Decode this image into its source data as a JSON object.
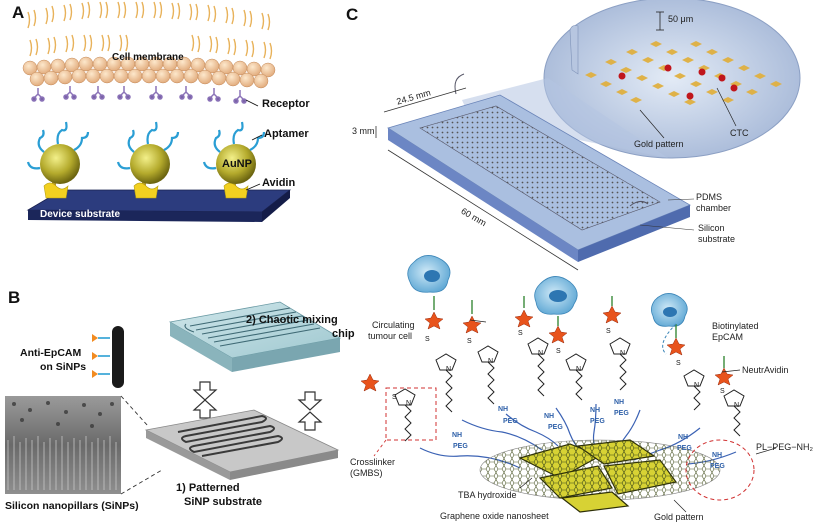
{
  "panels": {
    "A": {
      "letter": "A",
      "labels": {
        "cell_membrane": "Cell membrane",
        "receptor": "Receptor",
        "aptamer": "Aptamer",
        "aunp": "AuNP",
        "avidin": "Avidin",
        "device_substrate": "Device substrate"
      }
    },
    "B": {
      "letter": "B",
      "labels": {
        "anti_epcam_line1": "Anti-EpCAM",
        "anti_epcam_line2": "on SiNPs",
        "chaotic_mixing": "2) Chaotic mixing",
        "chip": "chip",
        "silicon_nanopillars": "Silicon nanopillars (SiNPs)",
        "patterned_line1": "1) Patterned",
        "patterned_line2": "SiNP substrate"
      }
    },
    "C": {
      "letter": "C",
      "labels": {
        "dim_50um": "50 μm",
        "dim_24_5mm": "24.5 mm",
        "dim_3mm": "3 mm",
        "dim_60mm": "60 mm",
        "ctc": "CTC",
        "gold_pattern_top": "Gold pattern",
        "pdms_line1": "PDMS",
        "pdms_line2": "chamber",
        "silicon_line1": "Silicon",
        "silicon_line2": "substrate",
        "circulating_line1": "Circulating",
        "circulating_line2": "tumour cell",
        "biotinylated_line1": "Biotinylated",
        "biotinylated_line2": "EpCAM",
        "neutravidin": "NeutrAvidin",
        "crosslinker_line1": "Crosslinker",
        "crosslinker_line2": "(GMBS)",
        "pl_peg": "PL−PEG−NH₂",
        "tba_hydroxide": "TBA hydroxide",
        "graphene_oxide": "Graphene oxide nanosheet",
        "gold_pattern_bottom": "Gold pattern",
        "peg": "PEG",
        "nh": "NH",
        "s": "S",
        "n": "N"
      }
    }
  }
}
